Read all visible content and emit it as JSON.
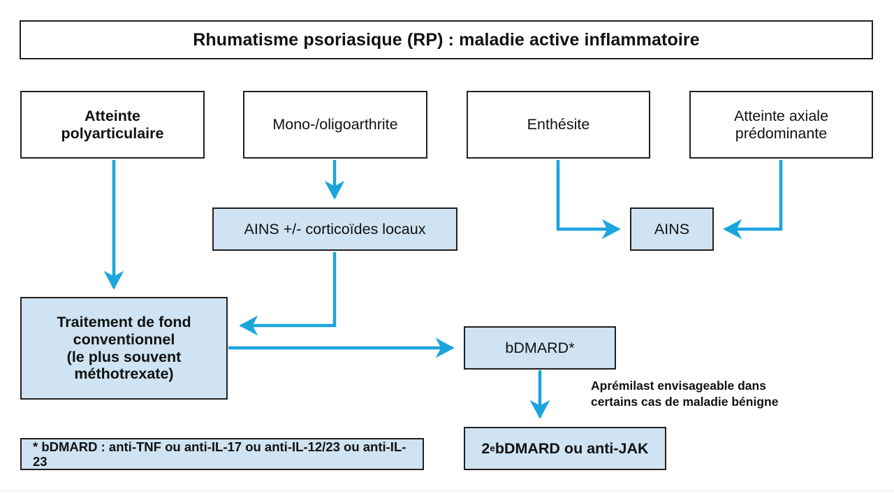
{
  "title": {
    "text": "Rhumatisme psoriasique (RP) : maladie active inflammatoire"
  },
  "colors": {
    "arrow": "#1ba5dc",
    "box_fill_blue": "#cfe3f2",
    "box_fill_white": "#ffffff",
    "box_border": "#231f20",
    "text": "#111111"
  },
  "nodes": {
    "polyarticulaire": "Atteinte\npolyarticulaire",
    "mono_oligo": "Mono-/oligoarthrite",
    "enthesite": "Enthésite",
    "axiale": "Atteinte axiale\nprédominante",
    "ains_cortico": "AINS +/- corticoïdes locaux",
    "ains": "AINS",
    "traitement_fond": "Traitement de fond\nconventionnel\n(le plus souvent\nméthotrexate)",
    "bdmard": "bDMARD*",
    "bdmard2_pre": "2",
    "bdmard2_sup": "e",
    "bdmard2_post": " bDMARD ou anti-JAK"
  },
  "annotations": {
    "apremilast": "Aprémilast envisageable dans\ncertains cas de maladie bénigne",
    "footnote": "* bDMARD : anti-TNF ou anti-IL-17 ou anti-IL-12/23 ou anti-IL-23"
  }
}
